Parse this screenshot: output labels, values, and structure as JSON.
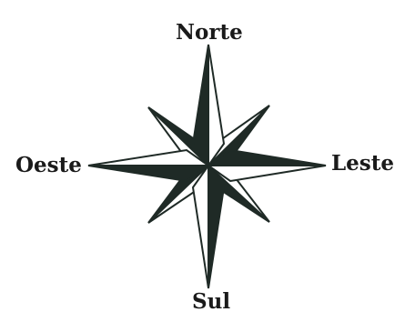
{
  "compass": {
    "north": "Norte",
    "south": "Sul",
    "east": "Leste",
    "west": "Oeste"
  },
  "colors": {
    "ink": "#1f2a26",
    "paper": "#ffffff"
  }
}
